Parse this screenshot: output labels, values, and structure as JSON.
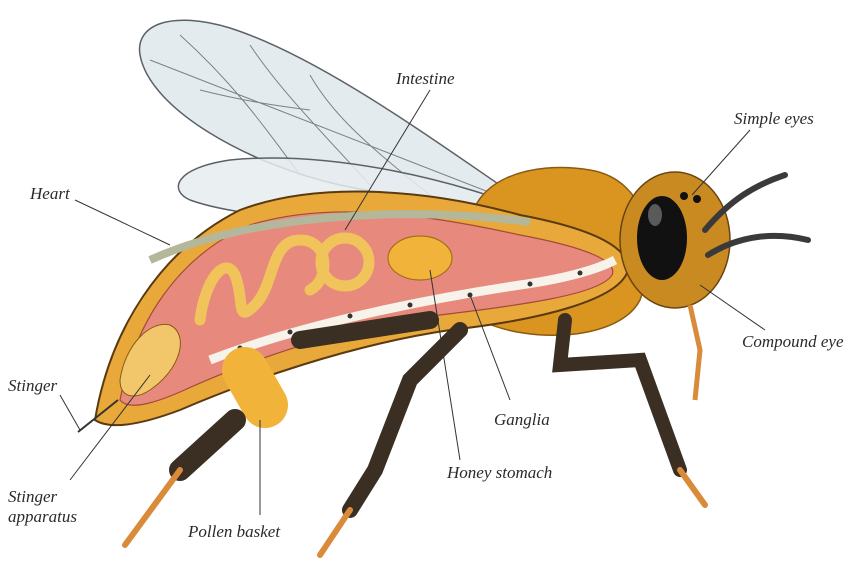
{
  "labels": {
    "intestine": "Intestine",
    "simple_eyes": "Simple eyes",
    "heart": "Heart",
    "compound_eye": "Compound eye",
    "stinger": "Stinger",
    "ganglia": "Ganglia",
    "honey_stomach": "Honey stomach",
    "stinger_apparatus_line1": "Stinger",
    "stinger_apparatus_line2": "apparatus",
    "pollen_basket": "Pollen basket"
  },
  "colors": {
    "abdomen_outer": "#e9a93a",
    "abdomen_inner": "#e78a7d",
    "thorax_fur": "#d9951f",
    "head_fur": "#c98a22",
    "eye": "#111111",
    "leg": "#3a2f22",
    "foot": "#d98b3a",
    "wing": "#dde6ea",
    "intestine": "#f0c45a",
    "nerve_cord": "#f8f3ea"
  }
}
